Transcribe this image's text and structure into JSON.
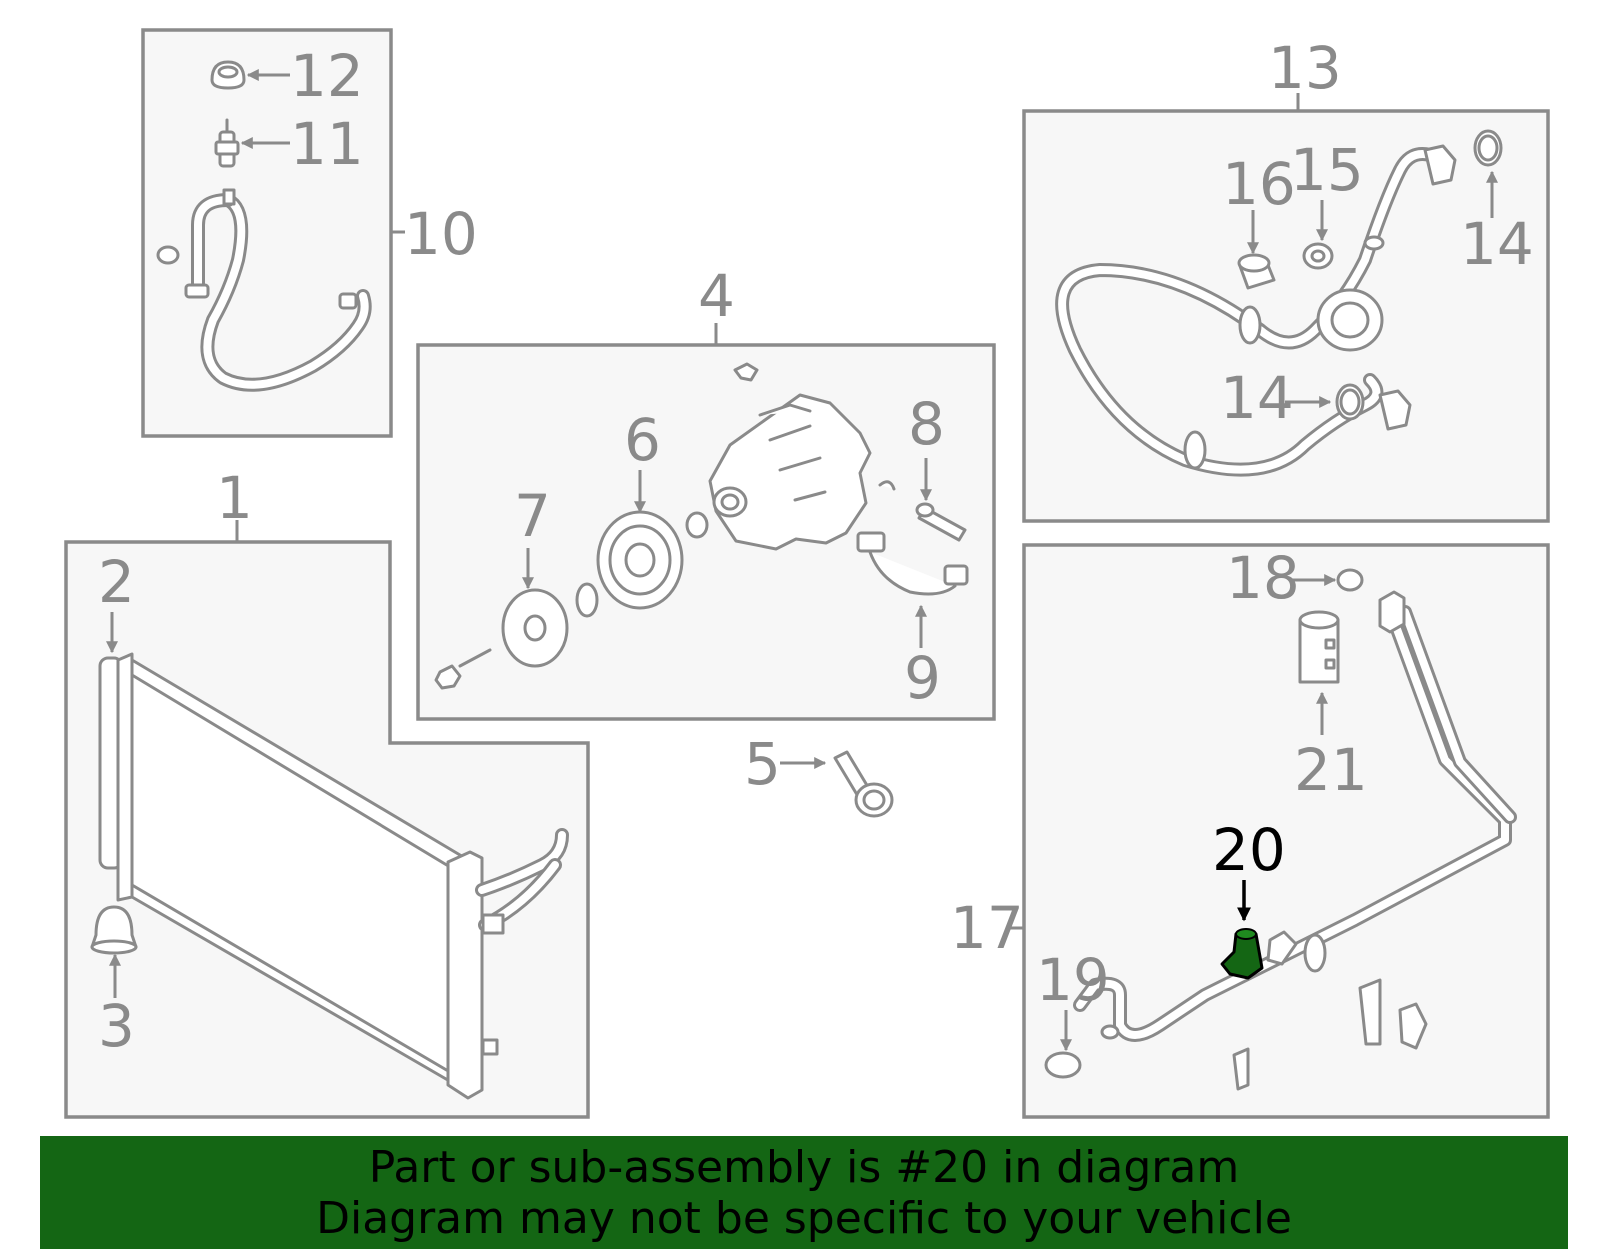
{
  "diagram": {
    "highlighted_part": "20",
    "callouts": [
      "1",
      "2",
      "3",
      "4",
      "5",
      "6",
      "7",
      "8",
      "9",
      "10",
      "11",
      "12",
      "13",
      "14",
      "14",
      "15",
      "16",
      "17",
      "18",
      "19",
      "20",
      "21"
    ]
  },
  "banner": {
    "line1": "Part or sub-assembly is #20 in diagram",
    "line2": "Diagram may not be specific to your vehicle"
  },
  "colors": {
    "line": "#8a8a8a",
    "panel": "#f7f7f7",
    "highlight": "#146614",
    "banner": "#146614"
  }
}
